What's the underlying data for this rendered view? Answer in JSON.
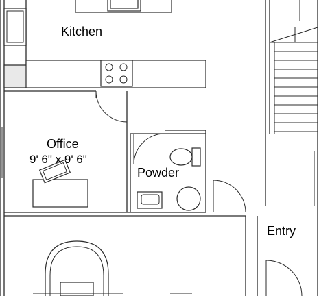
{
  "rooms": {
    "kitchen": {
      "label": "Kitchen"
    },
    "office": {
      "label": "Office",
      "dimensions": "9' 6\" x 9' 6\""
    },
    "powder": {
      "label": "Powder"
    },
    "entry": {
      "label": "Entry"
    }
  },
  "colors": {
    "wall": "#2b2b2b",
    "counter": "#e9e9e9",
    "background": "#ffffff"
  }
}
